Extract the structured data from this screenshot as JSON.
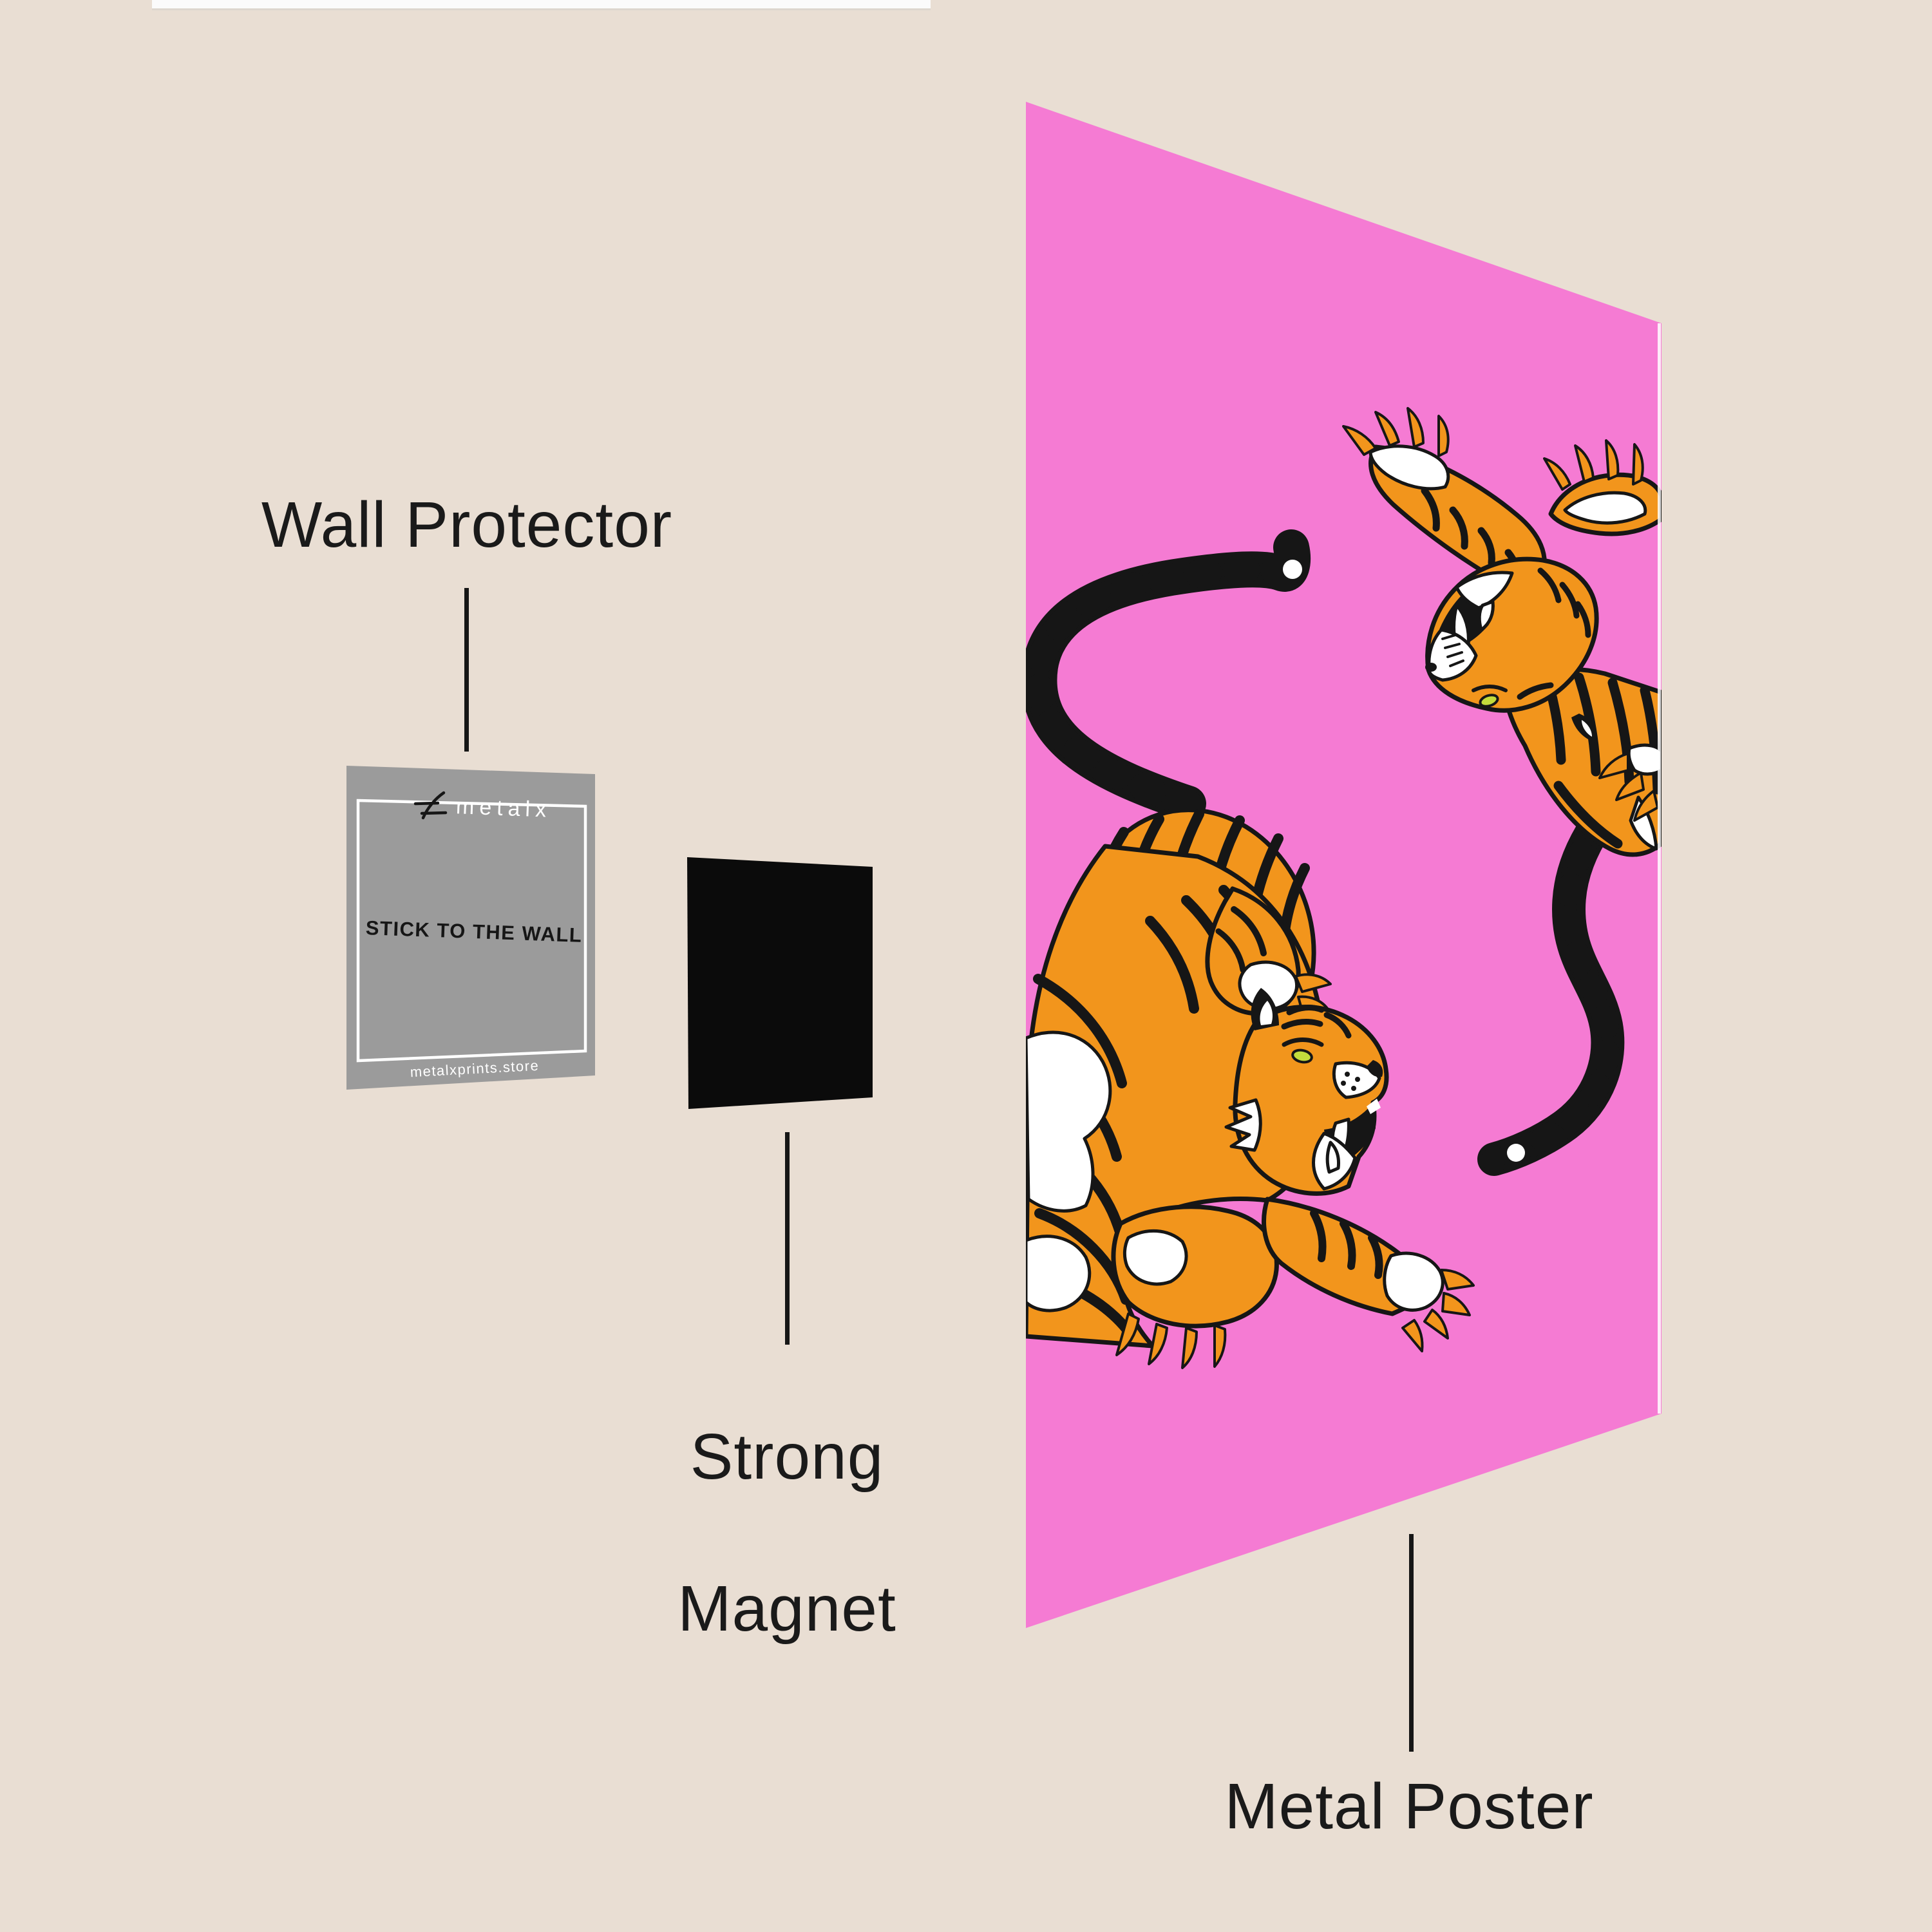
{
  "scene": {
    "background_color": "#E9DED3",
    "top_bar_color": "#FBFBFB"
  },
  "labels": {
    "wall_protector": "Wall Protector",
    "magnet_line1": "Strong",
    "magnet_line2": "Magnet",
    "metal_poster": "Metal Poster",
    "label_color": "#1A1A1A"
  },
  "wall_protector_card": {
    "brand": "metalx",
    "message": "STICK TO THE WALL",
    "footer": "metalxprints.store",
    "card_color": "#9B9B9B",
    "frame_color": "#FFFFFF"
  },
  "magnet": {
    "color": "#0B0B0B"
  },
  "poster": {
    "color": "#F57BD3",
    "artwork": "two-tigers-tattoo-style",
    "tiger_orange": "#F2951C",
    "tiger_line_black": "#161616",
    "tiger_white": "#FFFFFF",
    "tiger_eye_green": "#C3DC3C"
  }
}
